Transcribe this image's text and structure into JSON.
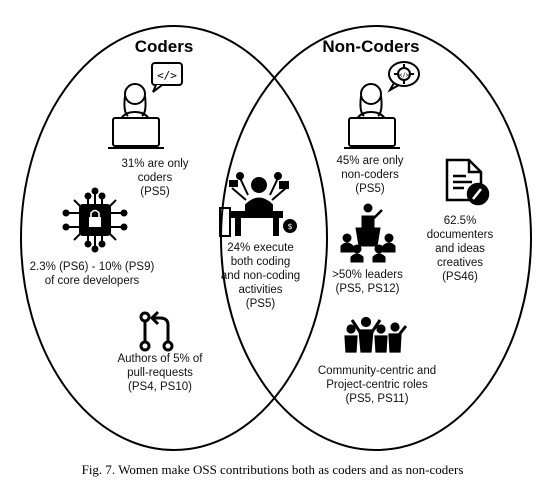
{
  "diagram": {
    "left_set": {
      "title": "Coders"
    },
    "right_set": {
      "title": "Non-Coders"
    },
    "items": {
      "only_coders": "31% are only\ncoders\n(PS5)",
      "core_devs": "2.3% (PS6) - 10% (PS9)\nof core developers",
      "pull_requests": "Authors of 5% of\npull-requests\n(PS4, PS10)",
      "both": "24% execute\nboth coding\nand non-coding\nactivities\n(PS5)",
      "only_noncoders": "45% are only\nnon-coders\n(PS5)",
      "documenters": "62.5%\ndocumenters\nand ideas\ncreatives\n(PS46)",
      "leaders": ">50% leaders\n(PS5, PS12)",
      "community": "Community-centric and\nProject-centric roles\n(PS5, PS11)"
    },
    "icons": {
      "coder": "woman-laptop-code-icon",
      "chip": "chip-lock-icon",
      "pull_request": "pull-request-icon",
      "multitask": "woman-multitasking-icon",
      "noncoder": "woman-laptop-gear-icon",
      "document": "document-pen-icon",
      "leader": "podium-leader-icon",
      "community": "crowd-icon"
    }
  },
  "caption": "Fig. 7.  Women make OSS contributions both as coders and as non-coders"
}
